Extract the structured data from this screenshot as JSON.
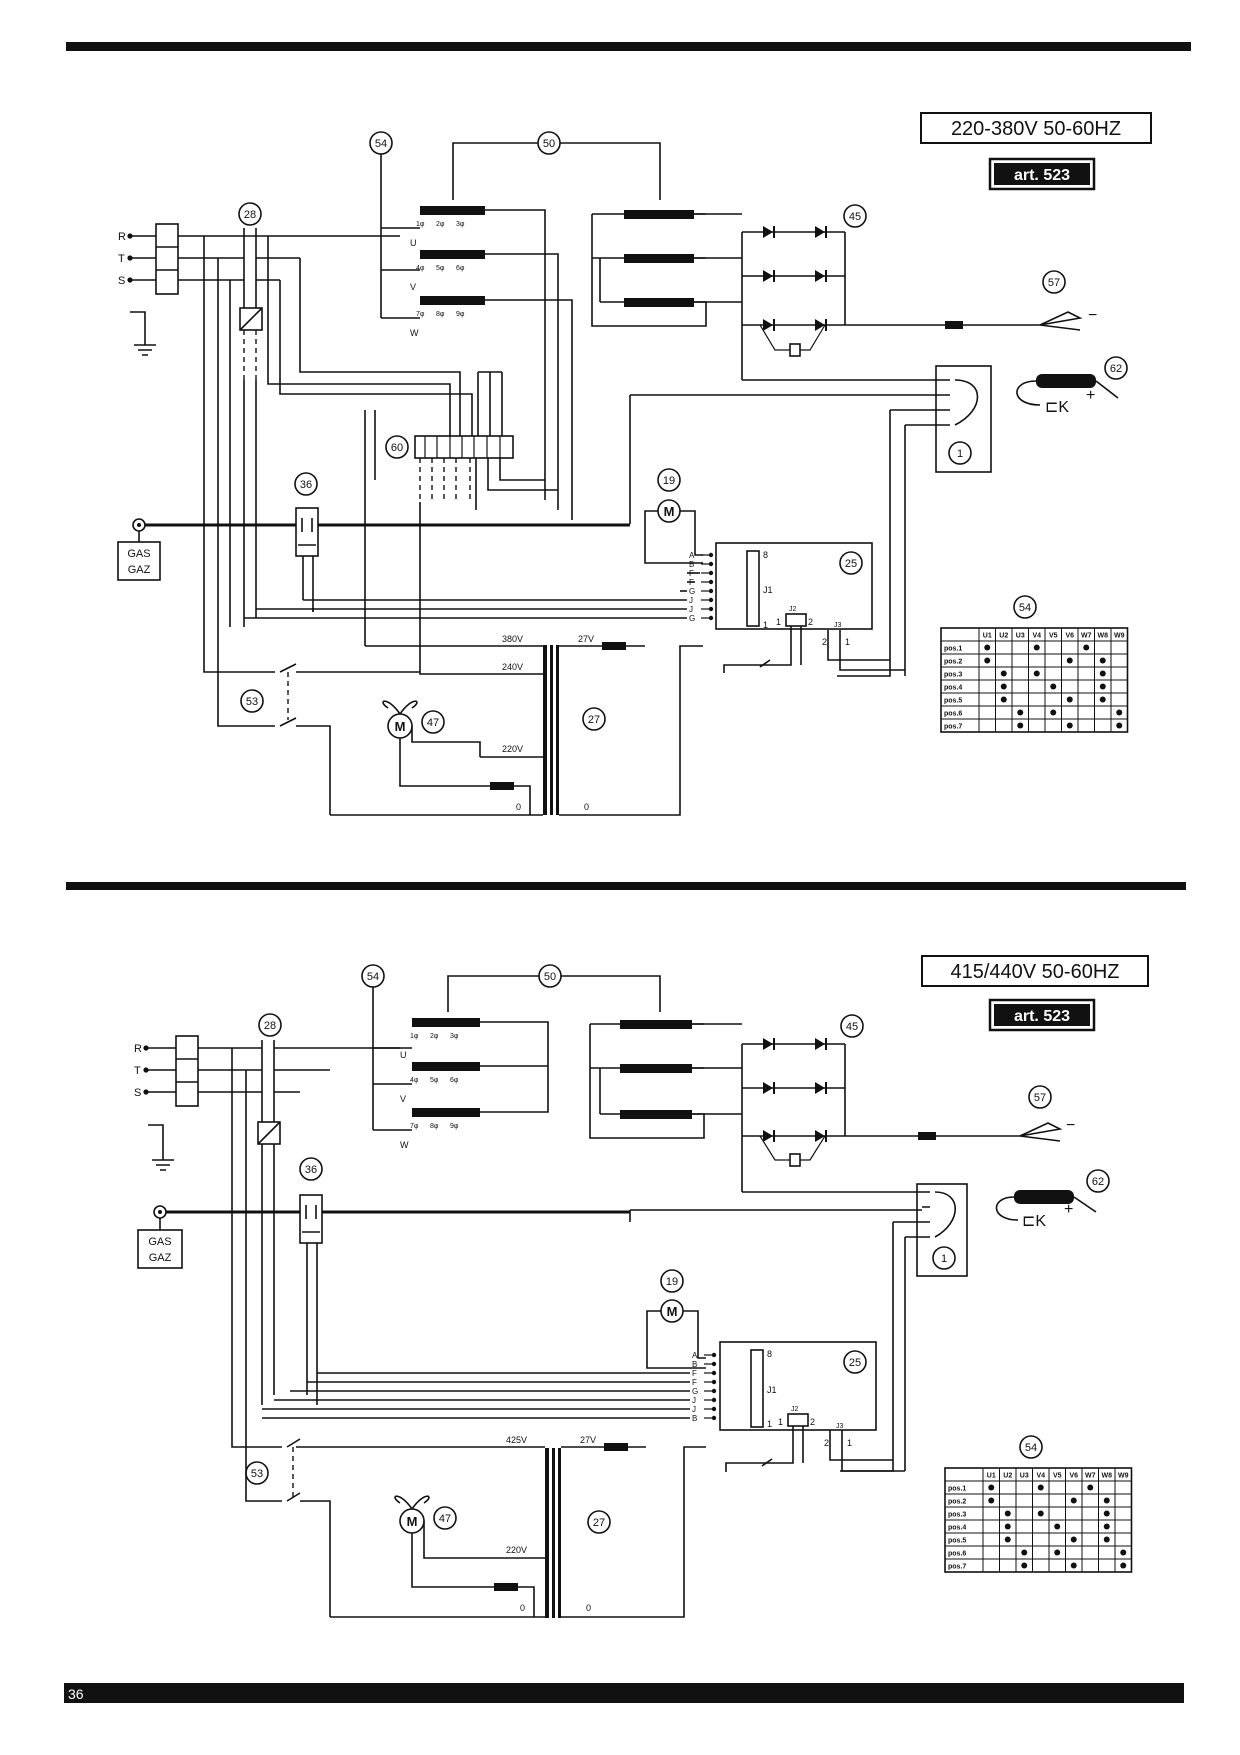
{
  "page_number": "36",
  "diagrams": [
    {
      "voltage_title": "220-380V 50-60HZ",
      "article": "art. 523",
      "phases": [
        "R",
        "T",
        "S"
      ],
      "gas_label": [
        "GAS",
        "GAZ"
      ],
      "primary_terminals": {
        "U": [
          "1φ",
          "2φ",
          "3φ"
        ],
        "V": [
          "4φ",
          "5φ",
          "6φ"
        ],
        "W": [
          "7φ",
          "8φ",
          "9φ"
        ],
        "letters": [
          "U",
          "V",
          "W"
        ]
      },
      "transformer_taps": [
        "380V",
        "240V",
        "220V",
        "0"
      ],
      "secondary_taps": [
        "27V",
        "0"
      ],
      "connector_pins": [
        "A",
        "B",
        "F",
        "F",
        "G",
        "J",
        "J",
        "G"
      ],
      "j1": {
        "name": "J1",
        "top": "8",
        "bottom": "1"
      },
      "j2": {
        "name": "J2",
        "pins": [
          "1",
          "2"
        ]
      },
      "j3": {
        "name": "J3",
        "pins": [
          "2",
          "1"
        ]
      },
      "components": {
        "c28": "28",
        "c54": "54",
        "c50": "50",
        "c45": "45",
        "c57": "57",
        "c62": "62",
        "c1": "1",
        "c60": "60",
        "c36": "36",
        "c19": "19",
        "c25": "25",
        "c27": "27",
        "c47": "47",
        "c53": "53",
        "c54b": "54"
      },
      "polarity": {
        "neg": "−",
        "pos": "+"
      },
      "switch_table": {
        "columns": [
          "U1",
          "U2",
          "U3",
          "V4",
          "V5",
          "V6",
          "W7",
          "W8",
          "W9"
        ],
        "rows": [
          {
            "label": "pos.1",
            "dots": [
              1,
              0,
              0,
              1,
              0,
              0,
              1,
              0,
              0
            ]
          },
          {
            "label": "pos.2",
            "dots": [
              1,
              0,
              0,
              0,
              0,
              1,
              0,
              1,
              0
            ]
          },
          {
            "label": "pos.3",
            "dots": [
              0,
              1,
              0,
              1,
              0,
              0,
              0,
              1,
              0
            ]
          },
          {
            "label": "pos.4",
            "dots": [
              0,
              1,
              0,
              0,
              1,
              0,
              0,
              1,
              0
            ]
          },
          {
            "label": "pos.5",
            "dots": [
              0,
              1,
              0,
              0,
              0,
              1,
              0,
              1,
              0
            ]
          },
          {
            "label": "pos.6",
            "dots": [
              0,
              0,
              1,
              0,
              1,
              0,
              0,
              0,
              1
            ]
          },
          {
            "label": "pos.7",
            "dots": [
              0,
              0,
              1,
              0,
              0,
              1,
              0,
              0,
              1
            ]
          }
        ]
      }
    },
    {
      "voltage_title": "415/440V 50-60HZ",
      "article": "art. 523",
      "phases": [
        "R",
        "T",
        "S"
      ],
      "gas_label": [
        "GAS",
        "GAZ"
      ],
      "primary_terminals": {
        "U": [
          "1φ",
          "2φ",
          "3φ"
        ],
        "V": [
          "4φ",
          "5φ",
          "6φ"
        ],
        "W": [
          "7φ",
          "8φ",
          "9φ"
        ],
        "letters": [
          "U",
          "V",
          "W"
        ]
      },
      "transformer_taps": [
        "425V",
        "220V",
        "0"
      ],
      "secondary_taps": [
        "27V",
        "0"
      ],
      "connector_pins": [
        "A",
        "B",
        "F",
        "F",
        "G",
        "J",
        "J",
        "B"
      ],
      "j1": {
        "name": "J1",
        "top": "8",
        "bottom": "1"
      },
      "j2": {
        "name": "J2",
        "pins": [
          "1",
          "2"
        ]
      },
      "j3": {
        "name": "J3",
        "pins": [
          "2",
          "1"
        ]
      },
      "components": {
        "c28": "28",
        "c54": "54",
        "c50": "50",
        "c45": "45",
        "c57": "57",
        "c62": "62",
        "c1": "1",
        "c36": "36",
        "c19": "19",
        "c25": "25",
        "c27": "27",
        "c47": "47",
        "c53": "53",
        "c54b": "54"
      },
      "polarity": {
        "neg": "−",
        "pos": "+"
      },
      "switch_table": {
        "columns": [
          "U1",
          "U2",
          "U3",
          "V4",
          "V5",
          "V6",
          "W7",
          "W8",
          "W9"
        ],
        "rows": [
          {
            "label": "pos.1",
            "dots": [
              1,
              0,
              0,
              1,
              0,
              0,
              1,
              0,
              0
            ]
          },
          {
            "label": "pos.2",
            "dots": [
              1,
              0,
              0,
              0,
              0,
              1,
              0,
              1,
              0
            ]
          },
          {
            "label": "pos.3",
            "dots": [
              0,
              1,
              0,
              1,
              0,
              0,
              0,
              1,
              0
            ]
          },
          {
            "label": "pos.4",
            "dots": [
              0,
              1,
              0,
              0,
              1,
              0,
              0,
              1,
              0
            ]
          },
          {
            "label": "pos.5",
            "dots": [
              0,
              1,
              0,
              0,
              0,
              1,
              0,
              1,
              0
            ]
          },
          {
            "label": "pos.6",
            "dots": [
              0,
              0,
              1,
              0,
              1,
              0,
              0,
              0,
              1
            ]
          },
          {
            "label": "pos.7",
            "dots": [
              0,
              0,
              1,
              0,
              0,
              1,
              0,
              0,
              1
            ]
          }
        ]
      }
    }
  ]
}
